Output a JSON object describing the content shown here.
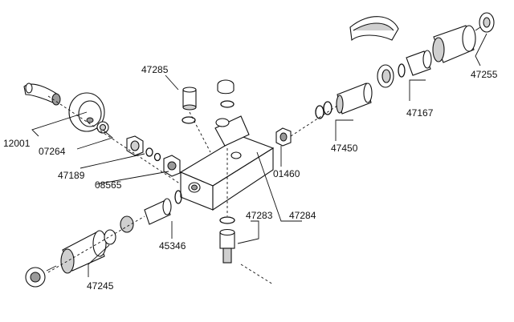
{
  "diagram": {
    "part_numbers": {
      "p47285": "47285",
      "p12001": "12001",
      "p07264": "07264",
      "p47189": "47189",
      "p08565": "08565",
      "p01460": "01460",
      "p47450": "47450",
      "p47167": "47167",
      "p47255": "47255",
      "p47283": "47283",
      "p47284": "47284",
      "p45346": "45346",
      "p47245": "47245"
    },
    "colors": {
      "line": "#111111",
      "background": "#ffffff",
      "shade": "#cfcfcf"
    }
  }
}
